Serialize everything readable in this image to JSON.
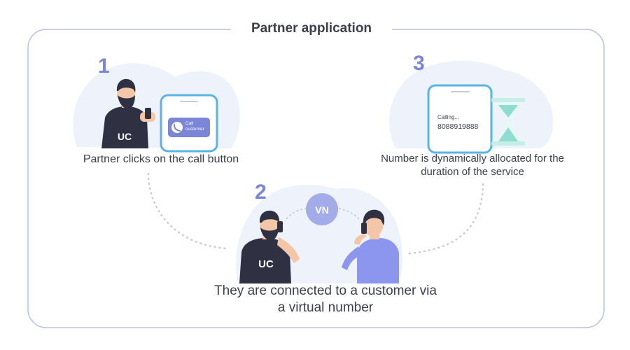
{
  "title": "Partner application",
  "steps": [
    {
      "number": "1",
      "caption": "Partner clicks on the call button",
      "phone_button": "Call customer",
      "shirt_text": "UC",
      "icons": [
        "person-with-phone-icon",
        "phone-icon"
      ]
    },
    {
      "number": "2",
      "caption": "They are connected to a customer via a virtual number",
      "badge": "VN",
      "shirt_text": "UC",
      "icons": [
        "partner-calling-icon",
        "customer-calling-icon"
      ]
    },
    {
      "number": "3",
      "caption": "Number is dynamically allocated for the duration of the service",
      "phone_status": "Calling...",
      "phone_number": "8088919888",
      "icons": [
        "phone-icon",
        "hourglass-icon"
      ]
    }
  ],
  "colors": {
    "accent": "#7b86d6",
    "frame": "#b9bfe8",
    "blob": "#eef2fb",
    "text": "#3b3f4a",
    "phone_screen": "#5ab3e6",
    "hourglass": "#8fdcd0"
  }
}
